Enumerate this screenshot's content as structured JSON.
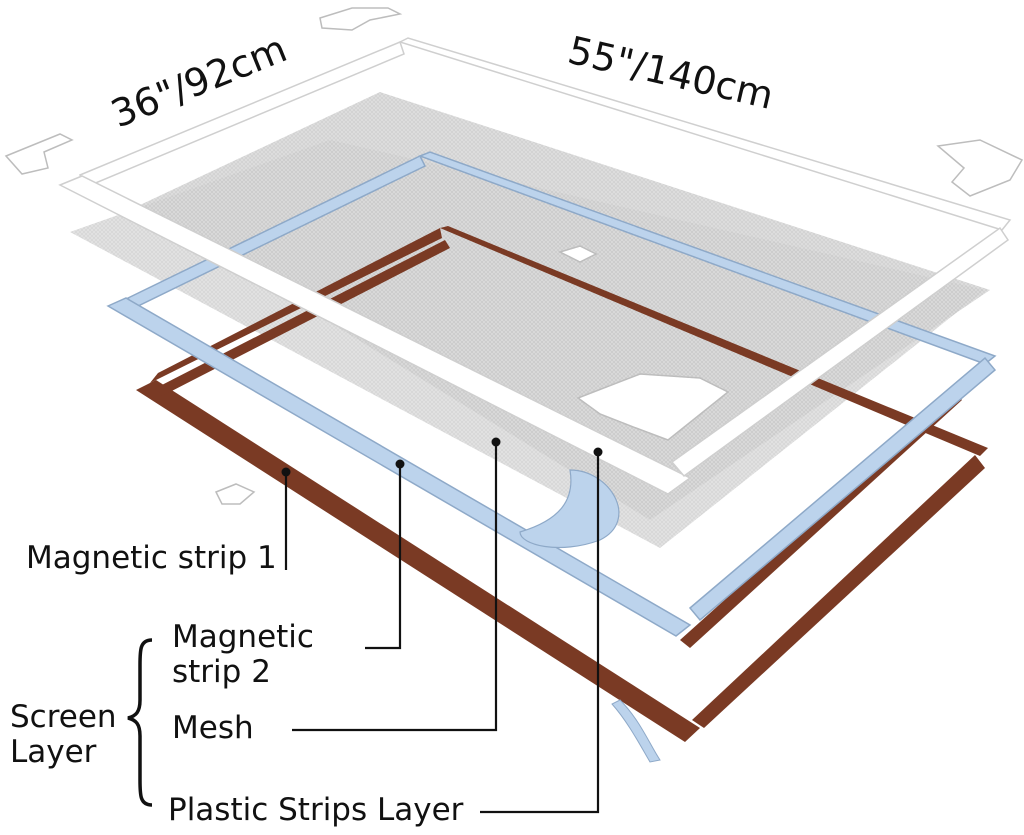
{
  "dimensions": {
    "width_label": "36\"/92cm",
    "length_label": "55\"/140cm"
  },
  "labels": {
    "magnetic_strip_1": "Magnetic strip 1",
    "magnetic_strip_2_line1": "Magnetic",
    "magnetic_strip_2_line2": "strip 2",
    "screen_layer_line1": "Screen",
    "screen_layer_line2": "Layer",
    "mesh": "Mesh",
    "plastic_strips_layer": "Plastic Strips Layer"
  },
  "colors": {
    "plastic_frame": "#ffffff",
    "plastic_frame_edge": "#d4d4d4",
    "blue_strip": "#bcd3ec",
    "blue_strip_edge": "#8ea9c8",
    "brown_strip": "#7a3a24",
    "mesh": "#cfcfcf"
  }
}
